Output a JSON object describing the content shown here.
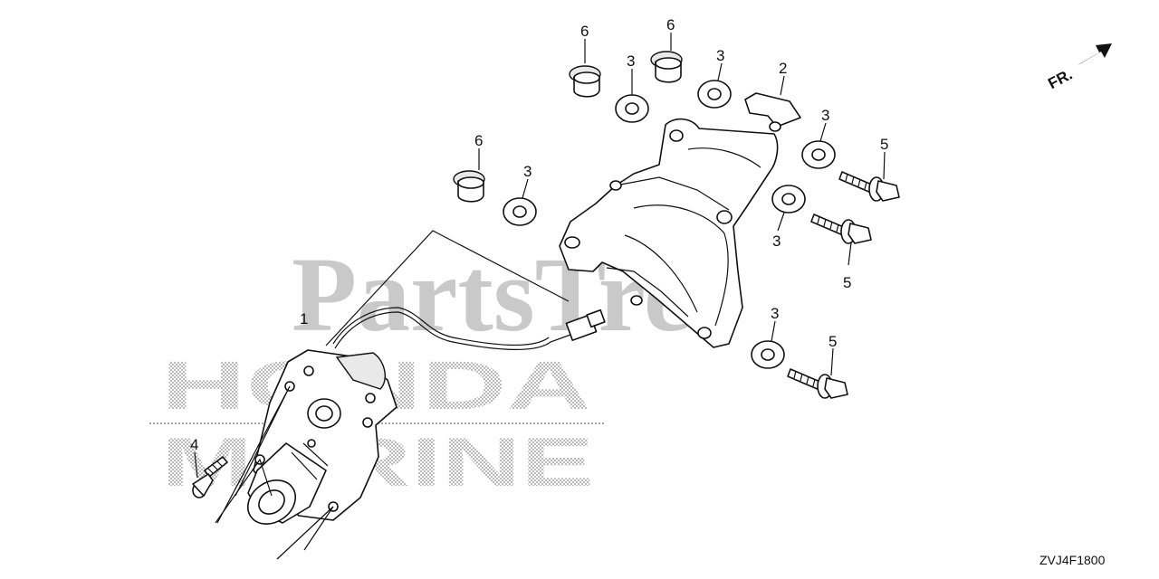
{
  "watermark": {
    "partstree": "PartsTree",
    "brand_line1": "HONDA",
    "brand_line2": "MARINE"
  },
  "direction": {
    "label": "FR."
  },
  "diagram_code": "ZVJ4F1800",
  "callouts": {
    "motor": "1",
    "bracket": "2",
    "washer": "3",
    "screw": "4",
    "bolt": "5",
    "collar": "6"
  }
}
